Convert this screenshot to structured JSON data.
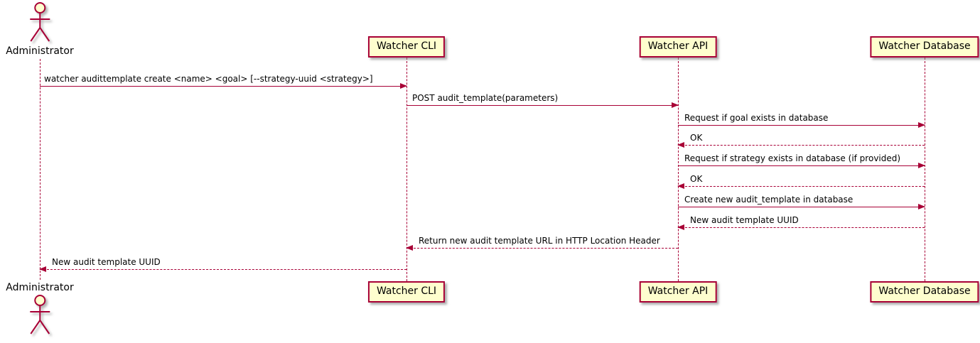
{
  "diagram": {
    "type": "sequence-diagram",
    "colors": {
      "accent": "#A80036",
      "participant_fill": "#FEFECE",
      "text": "#000000",
      "background": "#FFFFFF"
    },
    "actor": {
      "id": "administrator",
      "label": "Administrator"
    },
    "participants": [
      {
        "id": "watcher-cli",
        "label": "Watcher CLI"
      },
      {
        "id": "watcher-api",
        "label": "Watcher API"
      },
      {
        "id": "watcher-database",
        "label": "Watcher Database"
      }
    ],
    "messages": [
      {
        "from": "Administrator",
        "to": "Watcher CLI",
        "line": "solid",
        "direction": "right",
        "label": "watcher audittemplate create <name> <goal> [--strategy-uuid <strategy>]"
      },
      {
        "from": "Watcher CLI",
        "to": "Watcher API",
        "line": "solid",
        "direction": "right",
        "label": "POST audit_template(parameters)"
      },
      {
        "from": "Watcher API",
        "to": "Watcher Database",
        "line": "solid",
        "direction": "right",
        "label": "Request if goal exists in database"
      },
      {
        "from": "Watcher Database",
        "to": "Watcher API",
        "line": "dashed",
        "direction": "left",
        "label": "OK"
      },
      {
        "from": "Watcher API",
        "to": "Watcher Database",
        "line": "solid",
        "direction": "right",
        "label": "Request if strategy exists in database (if provided)"
      },
      {
        "from": "Watcher Database",
        "to": "Watcher API",
        "line": "dashed",
        "direction": "left",
        "label": "OK"
      },
      {
        "from": "Watcher API",
        "to": "Watcher Database",
        "line": "solid",
        "direction": "right",
        "label": "Create new audit_template in database"
      },
      {
        "from": "Watcher Database",
        "to": "Watcher API",
        "line": "dashed",
        "direction": "left",
        "label": "New audit template UUID"
      },
      {
        "from": "Watcher API",
        "to": "Watcher CLI",
        "line": "dashed",
        "direction": "left",
        "label": "Return new audit template URL in HTTP Location Header"
      },
      {
        "from": "Watcher CLI",
        "to": "Administrator",
        "line": "dashed",
        "direction": "left",
        "label": "New audit template UUID"
      }
    ]
  }
}
